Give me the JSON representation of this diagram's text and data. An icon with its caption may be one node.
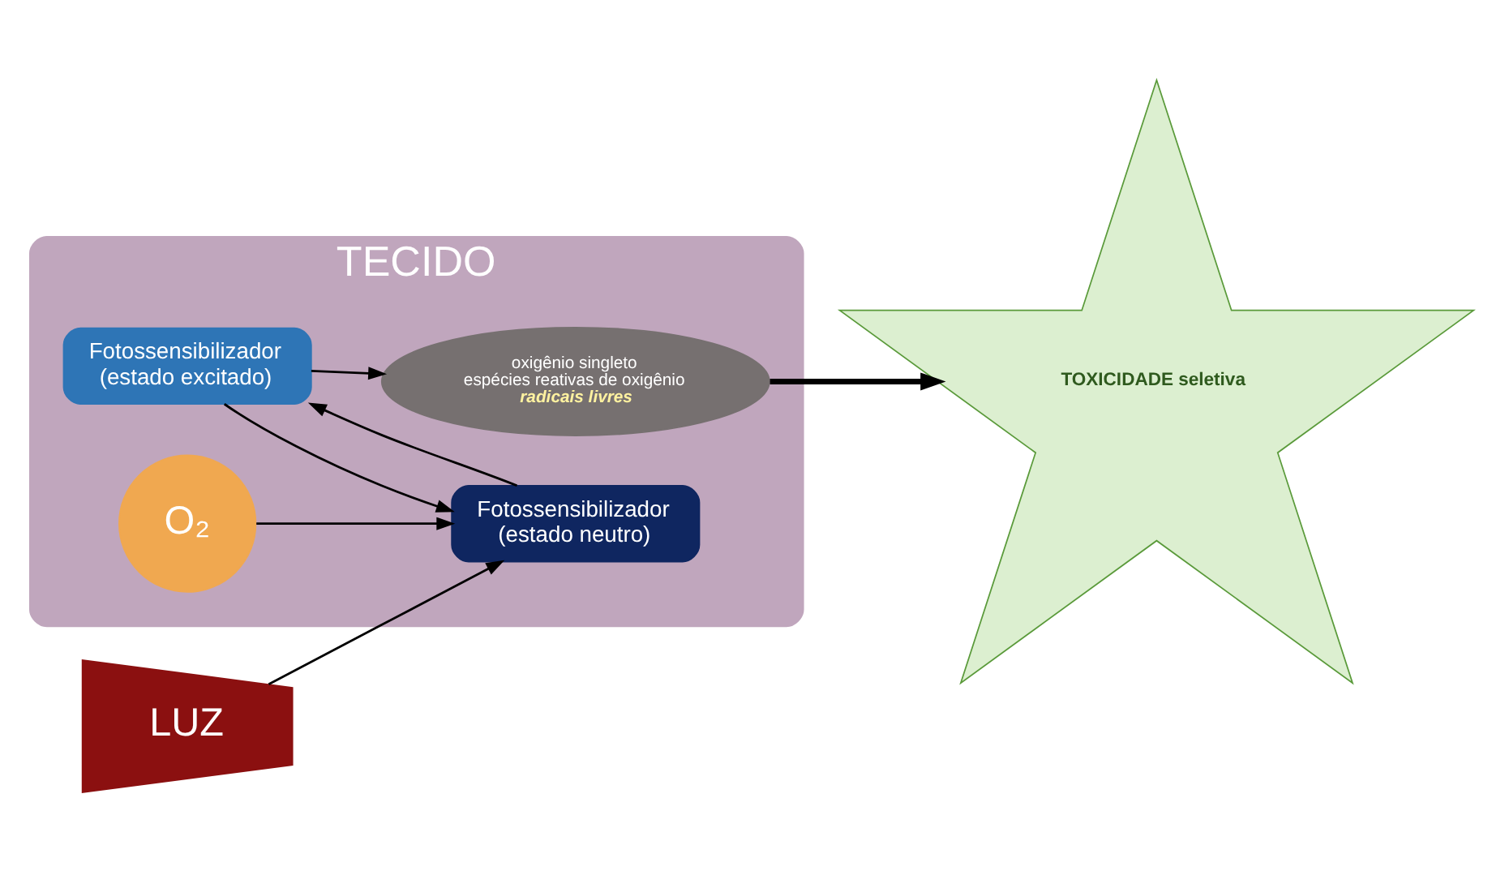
{
  "diagram": {
    "nodes": [
      {
        "text": [
          "TECIDO"
        ]
      },
      {
        "text": [
          "Fotossensibilizador",
          "(estado excitado)"
        ],
        "in": 0
      },
      {
        "text": [
          "Fotossensibilizador",
          "(estado neutro)"
        ],
        "in": 0
      },
      {
        "text": [
          "O₂"
        ],
        "in": 0
      },
      {
        "text": [
          "oxigênio singleto",
          "espécies reativas de oxigênio",
          "radicais livres"
        ],
        "in": 0
      },
      {
        "text": [
          "TOXICIDADE seletiva"
        ]
      },
      {
        "text": [
          "LUZ"
        ]
      }
    ],
    "edges": [
      {
        "from": 6,
        "to": 2,
        "arrow": "to"
      },
      {
        "from": 1,
        "to": 2,
        "arrow": "to"
      },
      {
        "from": 2,
        "to": 1,
        "arrow": "to"
      },
      {
        "from": 1,
        "to": 4,
        "arrow": "to"
      },
      {
        "from": 3,
        "to": 2,
        "arrow": "to"
      },
      {
        "from": 4,
        "to": 5,
        "arrow": "to",
        "style": "thick"
      }
    ]
  }
}
